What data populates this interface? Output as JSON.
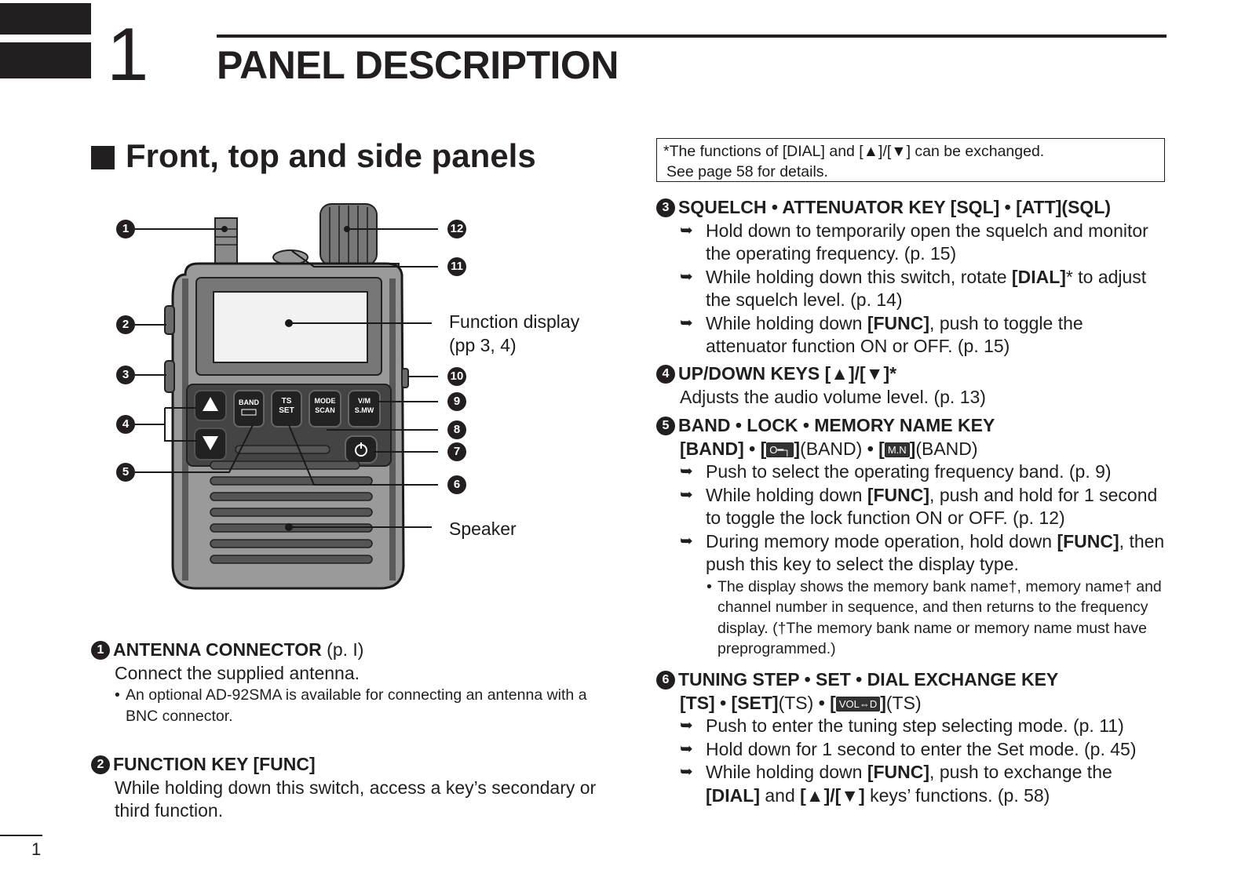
{
  "header": {
    "chapter_number": "1",
    "chapter_title": "PANEL DESCRIPTION"
  },
  "section": {
    "title": "Front, top and side panels"
  },
  "note": {
    "line1": "*The functions of [DIAL] and [▲]/[▼] can be exchanged.",
    "line2": "See page 58 for details."
  },
  "diagram": {
    "label_display": "Function display",
    "label_display_pages": "(pp 3, 4)",
    "label_speaker": "Speaker",
    "key_band": "BAND",
    "key_ts": "TS",
    "key_set": "SET",
    "key_mode": "MODE",
    "key_scan": "SCAN",
    "key_vm": "V/M",
    "key_smw": "S.MW",
    "callouts": [
      "1",
      "2",
      "3",
      "4",
      "5",
      "6",
      "7",
      "8",
      "9",
      "10",
      "11",
      "12"
    ]
  },
  "items": {
    "i1": {
      "num": "1",
      "title": "ANTENNA CONNECTOR",
      "ref": " (p. I)",
      "desc": "Connect the supplied antenna.",
      "bullet": "An optional AD-92SMA is available for connecting an antenna with a BNC connector."
    },
    "i2": {
      "num": "2",
      "title": "FUNCTION KEY [FUNC]",
      "desc": "While holding down this switch, access a key’s secondary or third function."
    },
    "i3": {
      "num": "3",
      "title": "SQUELCH • ATTENUATOR KEY [SQL] • [ATT](SQL)",
      "b1": "Hold down to temporarily open the squelch and monitor the operating frequency. (p. 15)",
      "b2_pre": "While holding down this switch, rotate ",
      "b2_key": "[DIAL]",
      "b2_post": "* to adjust the squelch level. (p. 14)",
      "b3_pre": "While holding down ",
      "b3_key": "[FUNC]",
      "b3_post": ", push to toggle the attenuator function ON or OFF. (p. 15)"
    },
    "i4": {
      "num": "4",
      "title": "UP/DOWN KEYS [▲]/[▼]*",
      "desc": "Adjusts the audio volume level. (p. 13)"
    },
    "i5": {
      "num": "5",
      "title": "BAND • LOCK • MEMORY NAME KEY",
      "keys_a": "[BAND] • [",
      "lock_icon": "O━┐",
      "keys_b": "](BAND) • [",
      "mn_icon": "M.N",
      "keys_c": "](BAND)",
      "b1": "Push to select the operating frequency band. (p. 9)",
      "b2_pre": "While holding down ",
      "b2_key": "[FUNC]",
      "b2_post": ", push and hold for 1 second to toggle the lock function ON or OFF. (p. 12)",
      "b3_pre": "During memory mode operation, hold down ",
      "b3_key": "[FUNC]",
      "b3_post": ", then push this key to select the display type.",
      "sub": "The display shows the memory bank name†, memory name† and channel number in sequence, and then returns to the frequency display. (†The memory bank name or memory name must have preprogrammed.)"
    },
    "i6": {
      "num": "6",
      "title": "TUNING STEP • SET • DIAL EXCHANGE KEY",
      "keys_a": "[TS] • [SET]",
      "keys_b": "(TS) • [",
      "vol_icon": "VOL⇔D",
      "keys_c": "](TS)",
      "b1": "Push to enter the tuning step selecting mode. (p. 11)",
      "b2": "Hold down for 1 second to enter the Set mode. (p. 45)",
      "b3_pre": "While holding down ",
      "b3_key": "[FUNC]",
      "b3_mid": ", push to exchange the ",
      "b3_key2": "[DIAL]",
      "b3_mid2": " and ",
      "b3_key3": "[▲]/[▼]",
      "b3_post": " keys’ functions. (p. 58)"
    }
  },
  "footer": {
    "page": "1"
  }
}
